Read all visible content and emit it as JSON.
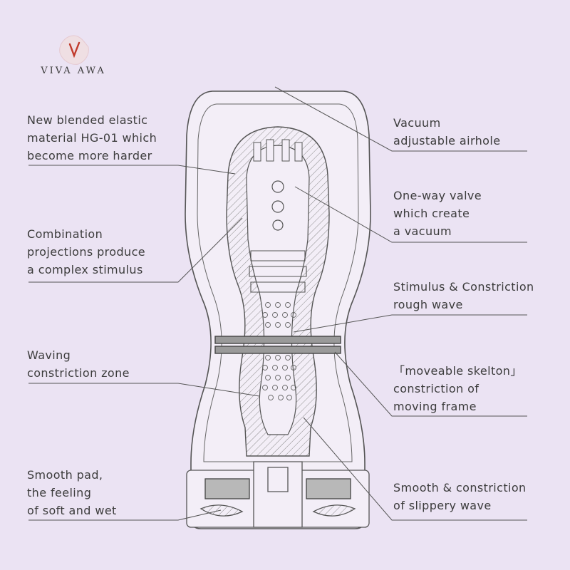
{
  "brand": {
    "name": "VIVA AWA",
    "logo": "v-monogram-logo",
    "accent": "#c0392b"
  },
  "colors": {
    "background": "#ebe3f3",
    "line": "#555555",
    "text": "#3c3c3c"
  },
  "labels": [
    {
      "id": "elastic-material",
      "lines": [
        "New blended elastic",
        "material HG-01 which",
        "become more harder"
      ]
    },
    {
      "id": "combination-projections",
      "lines": [
        "Combination",
        "projections produce",
        "a complex stimulus"
      ]
    },
    {
      "id": "waving-constriction",
      "lines": [
        "Waving",
        "constriction zone"
      ]
    },
    {
      "id": "smooth-pad",
      "lines": [
        "Smooth pad,",
        "the feeling",
        "of soft and wet"
      ]
    },
    {
      "id": "vacuum-airhole",
      "lines": [
        "Vacuum",
        "adjustable airhole"
      ]
    },
    {
      "id": "one-way-valve",
      "lines": [
        "One-way valve",
        "which create",
        "a vacuum"
      ]
    },
    {
      "id": "stimulus-rough-wave",
      "lines": [
        "Stimulus & Constriction",
        "rough wave"
      ]
    },
    {
      "id": "moveable-skeleton",
      "lines": [
        "「moveable skelton」",
        "constriction of",
        "moving frame"
      ]
    },
    {
      "id": "slippery-wave",
      "lines": [
        "Smooth & constriction",
        "of slippery wave"
      ]
    }
  ]
}
